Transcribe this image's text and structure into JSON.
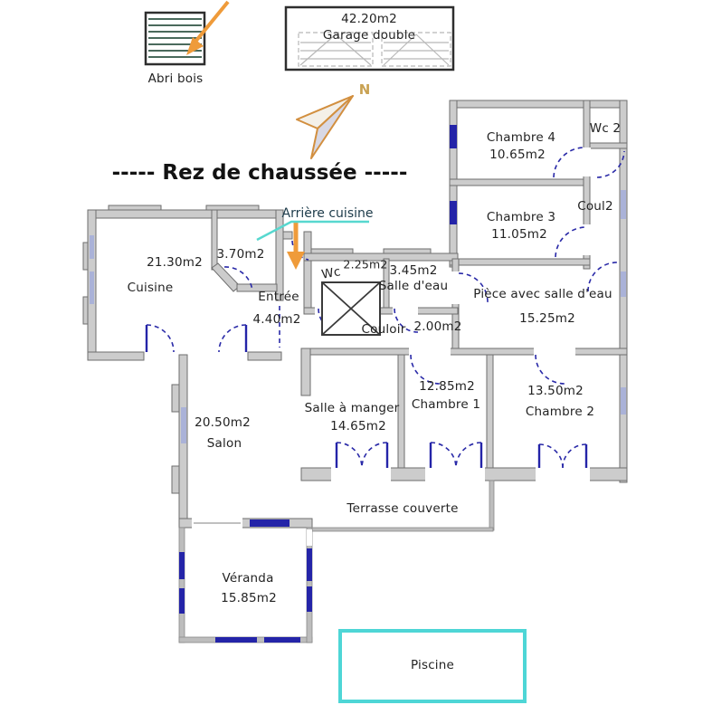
{
  "title": "-----  Rez de chaussée  -----",
  "legend": {
    "abri_bois_label": "Abri bois",
    "garage_area": "42.20m2",
    "garage_label": "Garage double",
    "north_label": "N"
  },
  "annotations": {
    "arriere_cuisine": "Arrière cuisine"
  },
  "rooms": {
    "cuisine": {
      "area": "21.30m2",
      "name": "Cuisine"
    },
    "arriere_cuisine": {
      "area": "3.70m2"
    },
    "entree": {
      "name": "Entrée",
      "area": "4.40m2"
    },
    "wc": {
      "name": "Wc",
      "area": "2.25m2"
    },
    "salle_eau": {
      "area": "3.45m2",
      "name": "Salle d'eau"
    },
    "couloir": {
      "name": "Couloir",
      "area": "2.00m2"
    },
    "piece_eau": {
      "name": "Pièce avec salle d'eau",
      "area": "15.25m2"
    },
    "chambre4": {
      "name": "Chambre 4",
      "area": "10.65m2"
    },
    "wc2": {
      "name": "Wc 2"
    },
    "coul2": {
      "name": "Coul2"
    },
    "chambre3": {
      "name": "Chambre 3",
      "area": "11.05m2"
    },
    "salon": {
      "area": "20.50m2",
      "name": "Salon"
    },
    "salle_a_manger": {
      "name": "Salle à manger",
      "area": "14.65m2"
    },
    "chambre1": {
      "area": "12.85m2",
      "name": "Chambre 1"
    },
    "chambre2": {
      "area": "13.50m2",
      "name": "Chambre 2"
    },
    "terrasse": {
      "name": "Terrasse couverte"
    },
    "veranda": {
      "name": "Véranda",
      "area": "15.85m2"
    },
    "piscine": {
      "name": "Piscine"
    }
  },
  "colors": {
    "wall_fill": "#cccccc",
    "wall_stroke": "#6e6e6e",
    "window_navy": "#2424a8",
    "window_light": "#aab2d8",
    "door_dash": "#2a2aa8",
    "accent_orange": "#ef9b3a",
    "accent_cyan": "#4ed6d6",
    "title_color": "#121212"
  }
}
